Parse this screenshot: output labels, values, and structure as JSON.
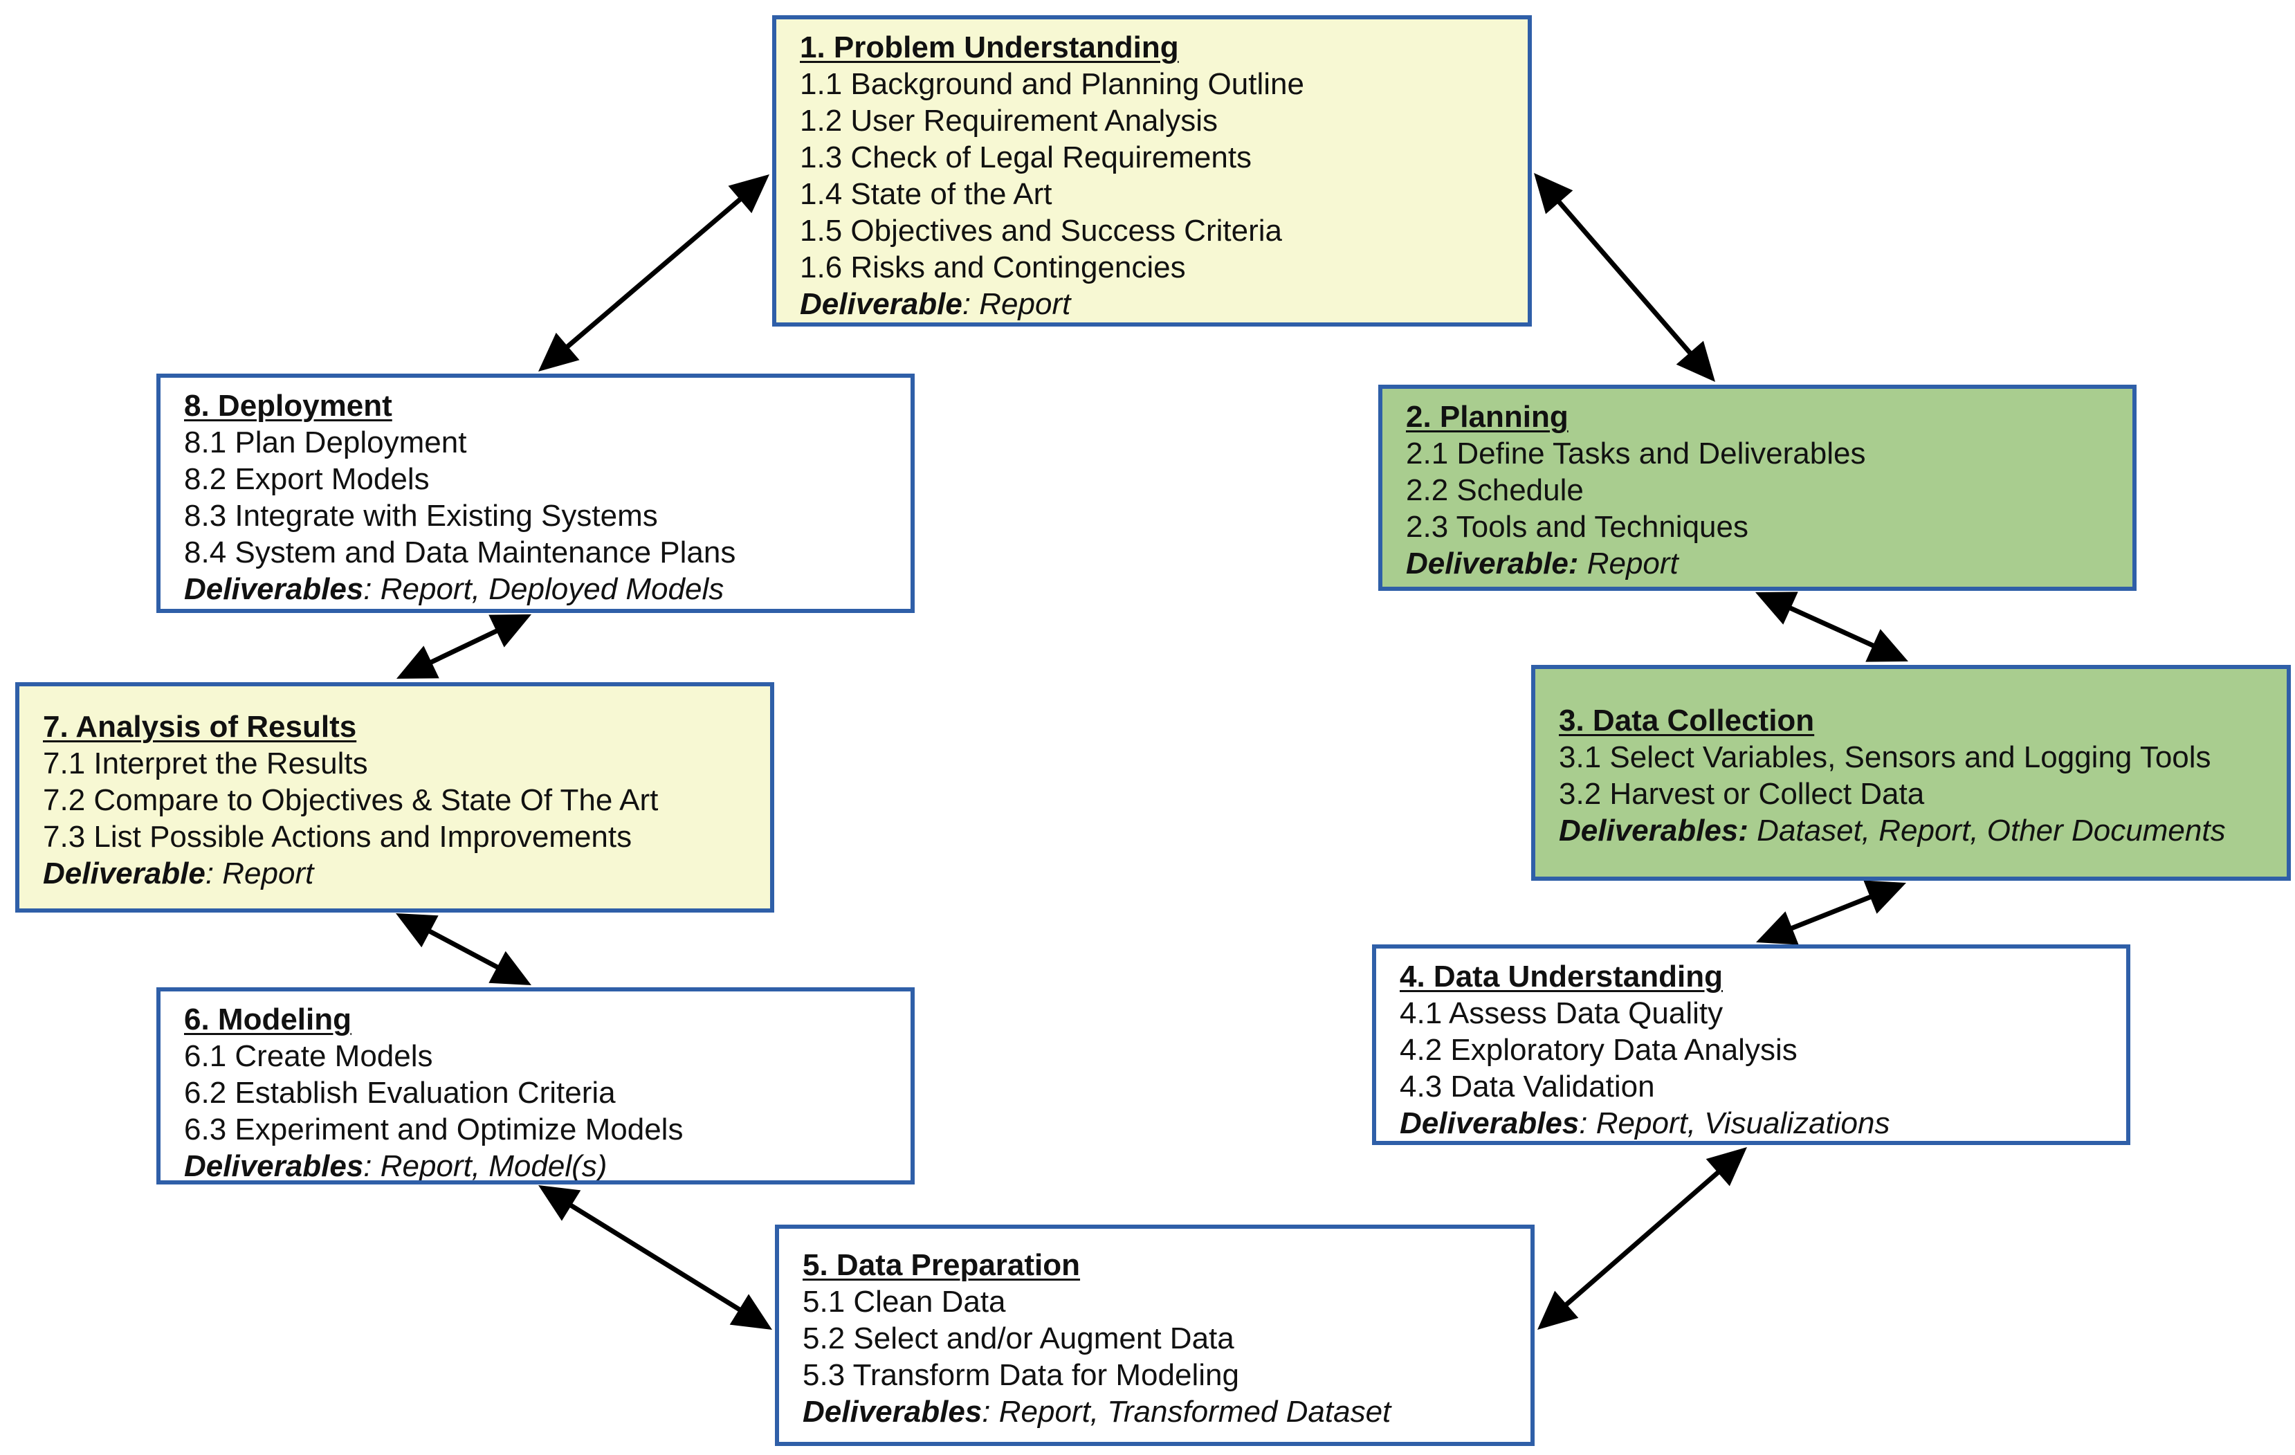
{
  "colors": {
    "yellow_box": "#f7f8d3",
    "green_box": "#a9cd8f",
    "white_box": "#ffffff",
    "border": "#2f5fa8",
    "arrow": "#000000"
  },
  "phases": [
    {
      "id": "1",
      "title": "1. Problem Understanding",
      "fill": "yellow",
      "items": [
        "1.1 Background and Planning Outline",
        "1.2 User Requirement Analysis",
        "1.3 Check of Legal Requirements",
        "1.4 State of the Art",
        "1.5 Objectives and Success Criteria",
        "1.6 Risks and Contingencies"
      ],
      "deliverable_label": "Deliverable",
      "deliverable_sep": ":",
      "deliverable_value": " Report"
    },
    {
      "id": "2",
      "title": "2. Planning",
      "fill": "green",
      "items": [
        "2.1 Define Tasks and Deliverables",
        "2.2 Schedule",
        "2.3 Tools and Techniques"
      ],
      "deliverable_label": "Deliverable:",
      "deliverable_sep": "",
      "deliverable_value": " Report"
    },
    {
      "id": "3",
      "title": "3. Data Collection",
      "fill": "green",
      "items": [
        "3.1 Select Variables, Sensors and Logging Tools",
        "3.2 Harvest or Collect Data"
      ],
      "deliverable_label": "Deliverables:",
      "deliverable_sep": "",
      "deliverable_value": " Dataset, Report, Other Documents"
    },
    {
      "id": "4",
      "title": "4. Data Understanding",
      "fill": "white",
      "items": [
        "4.1 Assess Data Quality",
        "4.2 Exploratory Data Analysis",
        "4.3 Data Validation"
      ],
      "deliverable_label": "Deliverables",
      "deliverable_sep": ":",
      "deliverable_value": " Report, Visualizations"
    },
    {
      "id": "5",
      "title": "5. Data Preparation",
      "fill": "white",
      "items": [
        "5.1 Clean Data",
        "5.2 Select and/or Augment Data",
        "5.3 Transform Data for Modeling"
      ],
      "deliverable_label": "Deliverables",
      "deliverable_sep": ":",
      "deliverable_value": " Report, Transformed Dataset"
    },
    {
      "id": "6",
      "title": "6. Modeling",
      "fill": "white",
      "items": [
        "6.1 Create Models",
        "6.2 Establish Evaluation Criteria",
        "6.3 Experiment and Optimize Models"
      ],
      "deliverable_label": "Deliverables",
      "deliverable_sep": ":",
      "deliverable_value": " Report, Model(s)"
    },
    {
      "id": "7",
      "title": "7. Analysis of Results",
      "fill": "yellow",
      "items": [
        "7.1 Interpret the Results",
        "7.2 Compare to Objectives & State Of The Art",
        "7.3 List Possible Actions and Improvements"
      ],
      "deliverable_label": "Deliverable",
      "deliverable_sep": ":",
      "deliverable_value": " Report"
    },
    {
      "id": "8",
      "title": "8. Deployment",
      "fill": "white",
      "items": [
        "8.1 Plan Deployment",
        "8.2 Export Models",
        "8.3 Integrate with Existing Systems",
        "8.4 System and Data Maintenance Plans"
      ],
      "deliverable_label": "Deliverables",
      "deliverable_sep": ":",
      "deliverable_value": " Report, Deployed Models"
    }
  ],
  "connections": [
    {
      "from": "1",
      "to": "2",
      "style": "bidirectional"
    },
    {
      "from": "2",
      "to": "3",
      "style": "bidirectional"
    },
    {
      "from": "3",
      "to": "4",
      "style": "bidirectional"
    },
    {
      "from": "4",
      "to": "5",
      "style": "bidirectional"
    },
    {
      "from": "5",
      "to": "6",
      "style": "bidirectional"
    },
    {
      "from": "6",
      "to": "7",
      "style": "bidirectional"
    },
    {
      "from": "7",
      "to": "8",
      "style": "bidirectional"
    },
    {
      "from": "8",
      "to": "1",
      "style": "bidirectional"
    }
  ]
}
